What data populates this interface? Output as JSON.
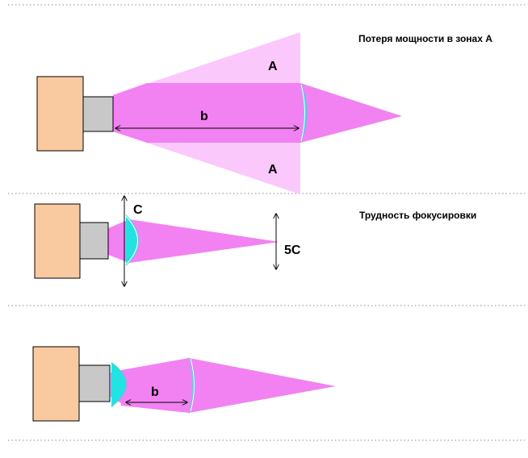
{
  "panel1": {
    "caption": "Потеря мощности в зонах А",
    "zone_label_top": "A",
    "zone_label_bottom": "A",
    "distance_label": "b"
  },
  "panel2": {
    "caption": "Трудность фокусировки",
    "aperture_label": "C",
    "spot_label": "5C"
  },
  "panel3": {
    "distance_label": "b"
  },
  "colors": {
    "laser_body": "#f9c9a0",
    "laser_nozzle": "#c8c8c8",
    "beam": "#f282f2",
    "beam_light": "#fbc8fb",
    "lens": "#22e3e3",
    "divider": "#8a8a8a"
  }
}
